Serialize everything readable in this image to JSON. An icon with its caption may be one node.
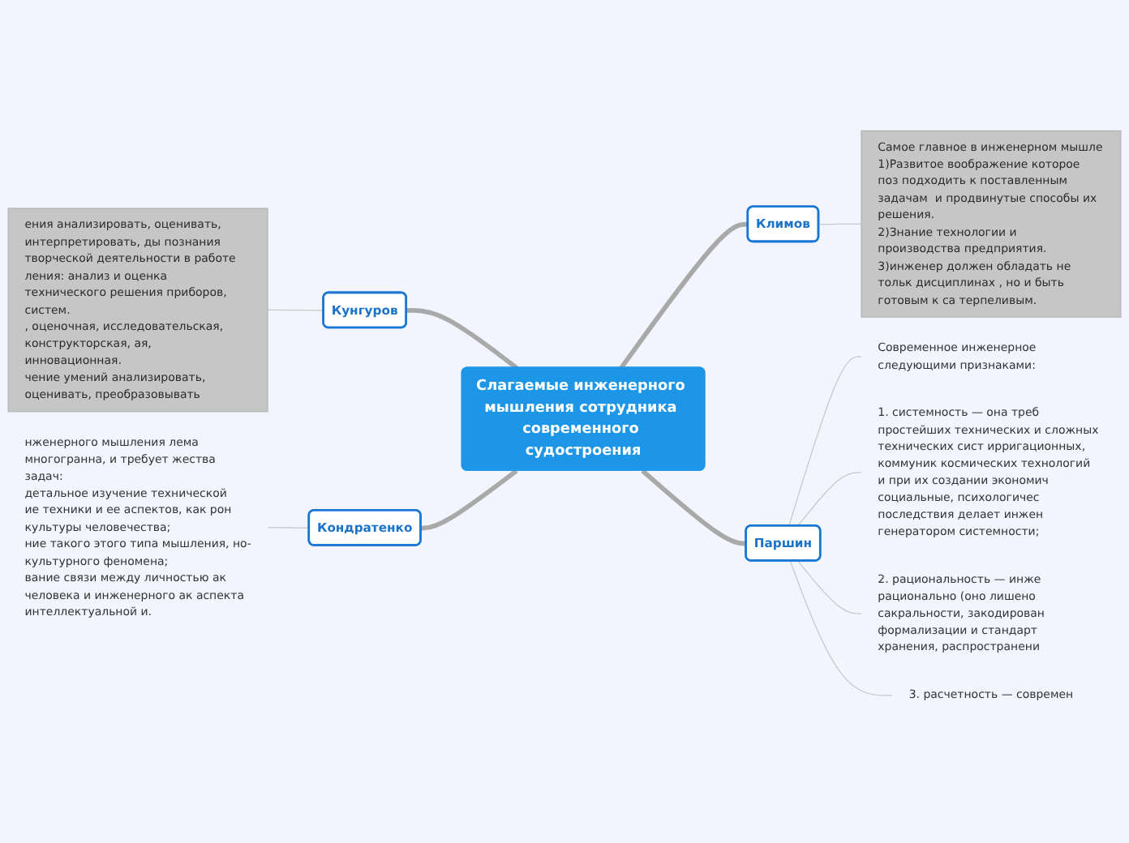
{
  "diagram": {
    "nodes": [
      {
        "text": [
          "Слагаемые инженерного мышления сотрудника современного судостроения"
        ]
      },
      {
        "text": [
          "Климов"
        ]
      },
      {
        "text": [
          "Самое главное в инженерном мышле",
          "1)Развитое воображение которое поз подходить к поставленным задачам  и продвинутые способы их решения.",
          "2)Знание технологии и производства предприятия.",
          "3)инженер должен обладать не тольк дисциплинах , но и быть готовым к са терпеливым."
        ]
      },
      {
        "text": [
          "Кунгуров"
        ]
      },
      {
        "text": [
          "ения анализировать, оценивать, интерпретировать, ды познания творческой деятельности в работе",
          "ления: анализ и оценка технического решения приборов, систем.",
          ", оценочная, исследовательская, конструкторская, ая, инновационная.",
          "чение умений анализировать, оценивать, преобразовывать"
        ]
      },
      {
        "text": [
          "Кондратенко"
        ]
      },
      {
        "text": [
          "нженерного мышления лема многогранна, и требует жества задач:",
          "детальное изучение технической",
          "ие техники и ее аспектов, как рон культуры человечества;",
          "ние такого этого типа мышления, но-культурного феномена;",
          "вание связи между личностью ак человека и инженерного ак аспекта интеллектуальной и."
        ]
      },
      {
        "text": [
          "Паршин"
        ]
      },
      {
        "text": [
          "Современное инженерное следующими признаками:"
        ]
      },
      {
        "text": [
          "1. системность — она треб простейших технических и сложных технических сист ирригационных, коммуник космических технологий и при их создании экономич социальные, психологичес последствия делает инжен генератором системности;"
        ]
      },
      {
        "text": [
          "2. рациональность — инже рационально (оно лишено сакральности, закодирован формализации и стандарт хранения, распространени"
        ]
      },
      {
        "text": [
          "3. расчетность — современ"
        ]
      }
    ],
    "edges": [
      {
        "from": 0,
        "to": 1,
        "arrow": "none",
        "style": "thick",
        "color": "#a9a9a9"
      },
      {
        "from": 3,
        "to": 0,
        "arrow": "none",
        "style": "thick",
        "color": "#a9a9a9"
      },
      {
        "from": 5,
        "to": 0,
        "arrow": "none",
        "style": "thick",
        "color": "#a9a9a9"
      },
      {
        "from": 0,
        "to": 7,
        "arrow": "none",
        "style": "thick",
        "color": "#a9a9a9"
      },
      {
        "from": 1,
        "to": 2,
        "arrow": "none"
      },
      {
        "from": 4,
        "to": 3,
        "arrow": "none"
      },
      {
        "from": 6,
        "to": 5,
        "arrow": "none"
      },
      {
        "from": 7,
        "to": 8,
        "arrow": "none"
      },
      {
        "from": 7,
        "to": 9,
        "arrow": "none"
      },
      {
        "from": 7,
        "to": 10,
        "arrow": "none"
      },
      {
        "from": 7,
        "to": 11,
        "arrow": "none"
      }
    ]
  }
}
